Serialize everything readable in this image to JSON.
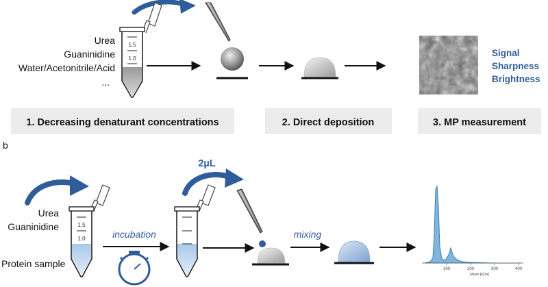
{
  "panel_a": {
    "reagents": [
      "Urea",
      "Guaninidine",
      "Water/Acetonitrile/Acid",
      "..."
    ],
    "tube_marks": [
      "1.5",
      "1.0"
    ],
    "readouts": [
      "Signal",
      "Sharpness",
      "Brightness"
    ],
    "steps": [
      "1. Decreasing denaturant concentrations",
      "2. Direct deposition",
      "3. MP measurement"
    ]
  },
  "panel_b": {
    "label": "b",
    "reagents": [
      "Urea",
      "Guaninidine"
    ],
    "sample": "Protein sample",
    "tube_marks": [
      "1.5",
      "1.0"
    ],
    "volume": "2µL",
    "incubation": "incubation",
    "mixing": "mixing",
    "histogram": {
      "ticks": [
        "100",
        "200",
        "300",
        "400"
      ],
      "xlabel": "Mass [kDa]"
    }
  },
  "colors": {
    "accent_blue": "#2f5d99",
    "step_box": "#ececec",
    "liquid": "#a9c8e8"
  },
  "icons": [
    "curved-arrow-icon",
    "pipette-icon",
    "tube-icon",
    "stopwatch-icon",
    "droplet-icon",
    "histogram-icon"
  ]
}
